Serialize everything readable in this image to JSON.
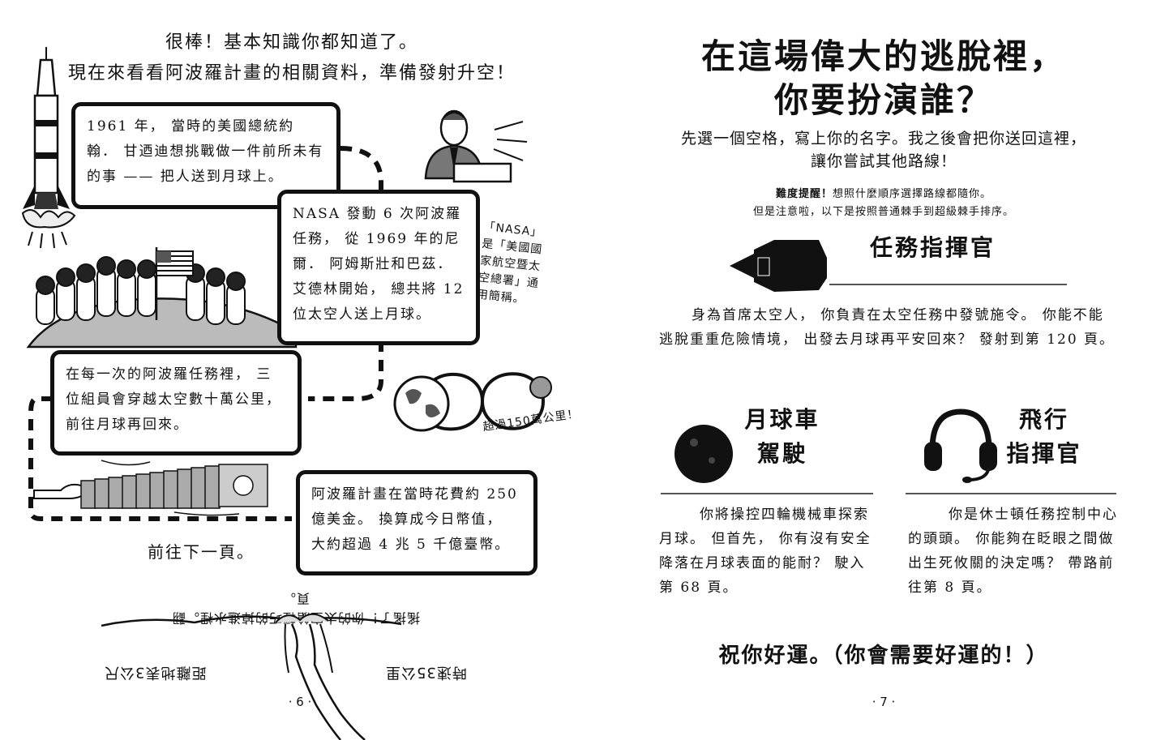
{
  "left": {
    "intro_line1": "很棒！基本知識你都知道了。",
    "intro_line2": "現在來看看阿波羅計畫的相關資料，準備發射升空！",
    "box1": "1961 年， 當時的美國總統約翰． 甘迺迪想挑戰做一件前所未有的事 —— 把人送到月球上。",
    "box2": "NASA 發動 6 次阿波羅任務， 從 1969 年的尼爾． 阿姆斯壯和巴茲． 艾德林開始， 總共將 12 位太空人送上月球。",
    "nasa_note": "「NASA」是「美國國家航空暨太空總署」通用簡稱。",
    "box3": "在每一次的阿波羅任務裡， 三位組員會穿越太空數十萬公里， 前往月球再回來。",
    "distance_note": "超過150萬公里！",
    "box4": "阿波羅計畫在當時花費約 250 億美金。 換算成今日幣值， 大約超過 4 兆 5 千億臺幣。",
    "next_page": "前往下一頁。",
    "upside_caption": "搖搖了！你的太空艙輕巧的掉進水裡。翻頁。",
    "upside_speed": "時速35公里",
    "upside_distance": "距離地表3公尺",
    "page_number": "· 6 ·"
  },
  "right": {
    "title_line1": "在這場偉大的逃脫裡，",
    "title_line2": "你要扮演誰？",
    "subtitle_line1": "先選一個空格，寫上你的名字。我之後會把你送回這裡，",
    "subtitle_line2": "讓你嘗試其他路線！",
    "hint_bold": "難度提醒！",
    "hint_rest": "想照什麼順序選擇路線都隨你。",
    "hint_line2": "但是注意啦，以下是按照普通棘手到超級棘手排序。",
    "role1_title": "任務指揮官",
    "role1_text": "身為首席太空人， 你負責在太空任務中發號施令。 你能不能逃脫重重危險情境， 出發去月球再平安回來？ 發射到第 120 頁。",
    "role2_title_line1": "月球車",
    "role2_title_line2": "駕駛",
    "role2_text": "你將操控四輪機械車探索月球。 但首先， 你有沒有安全降落在月球表面的能耐？ 駛入第 68 頁。",
    "role3_title_line1": "飛行",
    "role3_title_line2": "指揮官",
    "role3_text": "你是休士頓任務控制中心的頭頭。 你能夠在眨眼之間做出生死攸關的決定嗎？ 帶路前往第 8 頁。",
    "good_luck": "祝你好運。（你會需要好運的！）",
    "page_number": "· 7 ·"
  },
  "icons": [
    "rocket-icon",
    "president-icon",
    "astronauts-icon",
    "flag-icon",
    "earth-icon",
    "moon-icon",
    "money-icon",
    "hand-icon",
    "splash-icon",
    "command-module-icon",
    "moon-ball-icon",
    "headset-icon"
  ]
}
